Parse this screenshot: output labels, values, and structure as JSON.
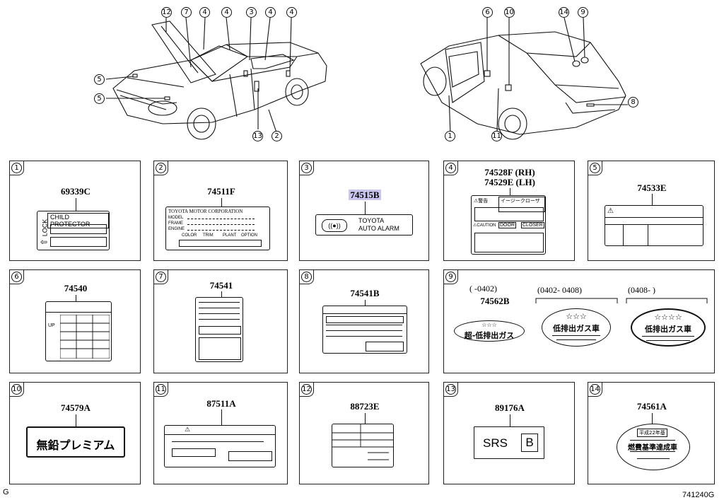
{
  "callouts_left": [
    "12",
    "7",
    "4",
    "4",
    "3",
    "4",
    "4",
    "5",
    "5",
    "13",
    "2"
  ],
  "callouts_right": [
    "6",
    "10",
    "14",
    "9",
    "8",
    "1",
    "11"
  ],
  "cells": [
    {
      "num": "1",
      "part": "69339C",
      "label": {
        "title": "CHILD PROTECTOR",
        "side": "LOCK"
      }
    },
    {
      "num": "2",
      "part": "74511F",
      "label": {
        "maker": "TOYOTA MOTOR CORPORATION",
        "r1": "MODEL",
        "r2": "FRAME",
        "r3": "ENGINE",
        "c1": "COLOR",
        "c2": "TRIM",
        "c3": "PLANT",
        "c4": "OPTION"
      }
    },
    {
      "num": "3",
      "part": "74515B",
      "label": {
        "l1": "TOYOTA",
        "l2": "AUTO ALARM"
      }
    },
    {
      "num": "4",
      "part": "74528F (RH)",
      "part2": "74529E (LH)",
      "label": {
        "warn": "⚠警告",
        "tag": "イージークローザー",
        "caution": "⚠CAUTION",
        "door": "DOOR",
        "closer": "CLOSER"
      }
    },
    {
      "num": "5",
      "part": "74533E"
    },
    {
      "num": "6",
      "part": "74540",
      "label": {
        "up": "UP"
      }
    },
    {
      "num": "7",
      "part": "74541"
    },
    {
      "num": "8",
      "part": "74541B"
    },
    {
      "num": "9",
      "ranges": [
        "(      -0402)",
        "(0402- 0408)",
        "(0408-       )"
      ],
      "part": "74562B",
      "badges": [
        "超-低排出ガス",
        "低排出ガス車",
        "低排出ガス車"
      ]
    },
    {
      "num": "10",
      "part": "74579A",
      "label": {
        "text": "無鉛プレミアム"
      }
    },
    {
      "num": "11",
      "part": "87511A"
    },
    {
      "num": "12",
      "part": "88723E"
    },
    {
      "num": "13",
      "part": "89176A",
      "label": {
        "srs": "SRS",
        "b": "B"
      }
    },
    {
      "num": "14",
      "part": "74561A",
      "label": {
        "top": "平成22年基",
        "main": "燃費基準達成車"
      }
    }
  ],
  "footer": {
    "left": "G",
    "right": "741240G"
  }
}
